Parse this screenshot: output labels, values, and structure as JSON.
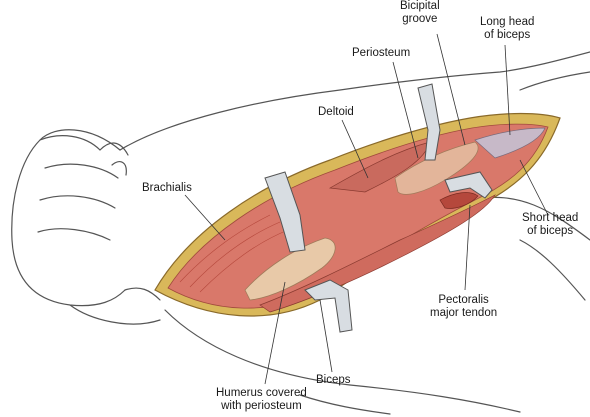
{
  "labels": {
    "bicipital_groove": [
      "Bicipital",
      "groove"
    ],
    "long_head": [
      "Long head",
      "of biceps"
    ],
    "periosteum": "Periosteum",
    "deltoid": "Deltoid",
    "brachialis": "Brachialis",
    "short_head": [
      "Short head",
      "of biceps"
    ],
    "pectoralis": [
      "Pectoralis",
      "major tendon"
    ],
    "biceps": "Biceps",
    "humerus": [
      "Humerus covered",
      "with periosteum"
    ]
  },
  "colors": {
    "muscle": "#d9786a",
    "muscle_dark": "#b5483c",
    "fat": "#d9b85a",
    "skin_edge": "#c9a04a",
    "bone": "#e8c9a8",
    "retractor": "#d8dde2",
    "tendon": "#c7b9c8",
    "outline": "#555555"
  }
}
